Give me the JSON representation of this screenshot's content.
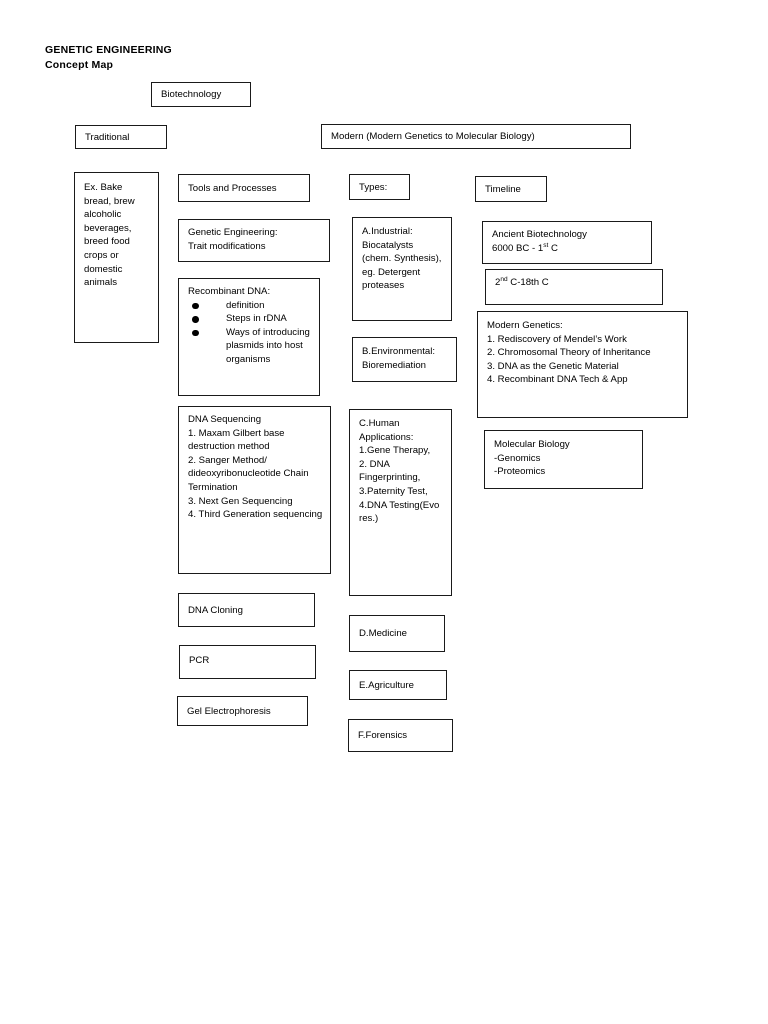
{
  "header": {
    "title": "GENETIC ENGINEERING",
    "subtitle": "Concept Map"
  },
  "root": {
    "label": "Biotechnology"
  },
  "branches": {
    "traditional": "Traditional",
    "modern": "Modern (Modern Genetics to Molecular Biology)"
  },
  "traditional_examples": {
    "text": "Ex. Bake bread, brew alcoholic beverages, breed food crops or domestic animals"
  },
  "tools_column": {
    "heading": "Tools and Processes",
    "genetic_engineering": {
      "line1": "Genetic Engineering:",
      "line2": "Trait modifications"
    },
    "recombinant_dna": {
      "heading": "Recombinant DNA:",
      "bullets": [
        "definition",
        "Steps in rDNA",
        "Ways of introducing plasmids into host organisms"
      ]
    },
    "dna_sequencing": {
      "heading": "DNA Sequencing",
      "items": [
        "1.   Maxam Gilbert base destruction method",
        "2.   Sanger Method/ dideoxyribonucleotide Chain Termination",
        "3.   Next Gen Sequencing",
        "4.   Third Generation sequencing"
      ]
    },
    "dna_cloning": "DNA Cloning",
    "pcr": "PCR",
    "gel_electrophoresis": "Gel Electrophoresis"
  },
  "types_column": {
    "heading": "Types:",
    "industrial": {
      "text": "A.Industrial: Biocatalysts (chem. Synthesis), eg. Detergent proteases"
    },
    "environmental": {
      "line1": "B.Environmental:",
      "line2": "Bioremediation"
    },
    "human_applications": {
      "heading_line1": "C.Human",
      "heading_line2": "Applications:",
      "items": [
        "1.Gene Therapy,",
        "2.   DNA Fingerprinting,",
        "3.Paternity Test,",
        "4.DNA Testing(Evo res.)"
      ]
    },
    "medicine": "D.Medicine",
    "agriculture": "E.Agriculture",
    "forensics": "F.Forensics"
  },
  "timeline_column": {
    "heading": "Timeline",
    "ancient": {
      "line1": "Ancient Biotechnology",
      "line2_prefix": "6000 BC - 1",
      "line2_sup": "st",
      "line2_suffix": " C"
    },
    "second_to_18th": {
      "prefix": "2",
      "sup": "nd",
      "suffix": " C-18th C"
    },
    "modern_genetics": {
      "heading": "Modern Genetics:",
      "items": [
        "1. Rediscovery of Mendel’s Work",
        "2. Chromosomal Theory of Inheritance",
        "3. DNA as the Genetic Material",
        "4. Recombinant DNA Tech & App"
      ]
    },
    "molecular_biology": {
      "heading": "Molecular Biology",
      "items": [
        "-Genomics",
        "-Proteomics"
      ]
    }
  },
  "colors": {
    "page_background": "#ffffff",
    "text": "#000000",
    "box_border": "#1a1a1a"
  }
}
